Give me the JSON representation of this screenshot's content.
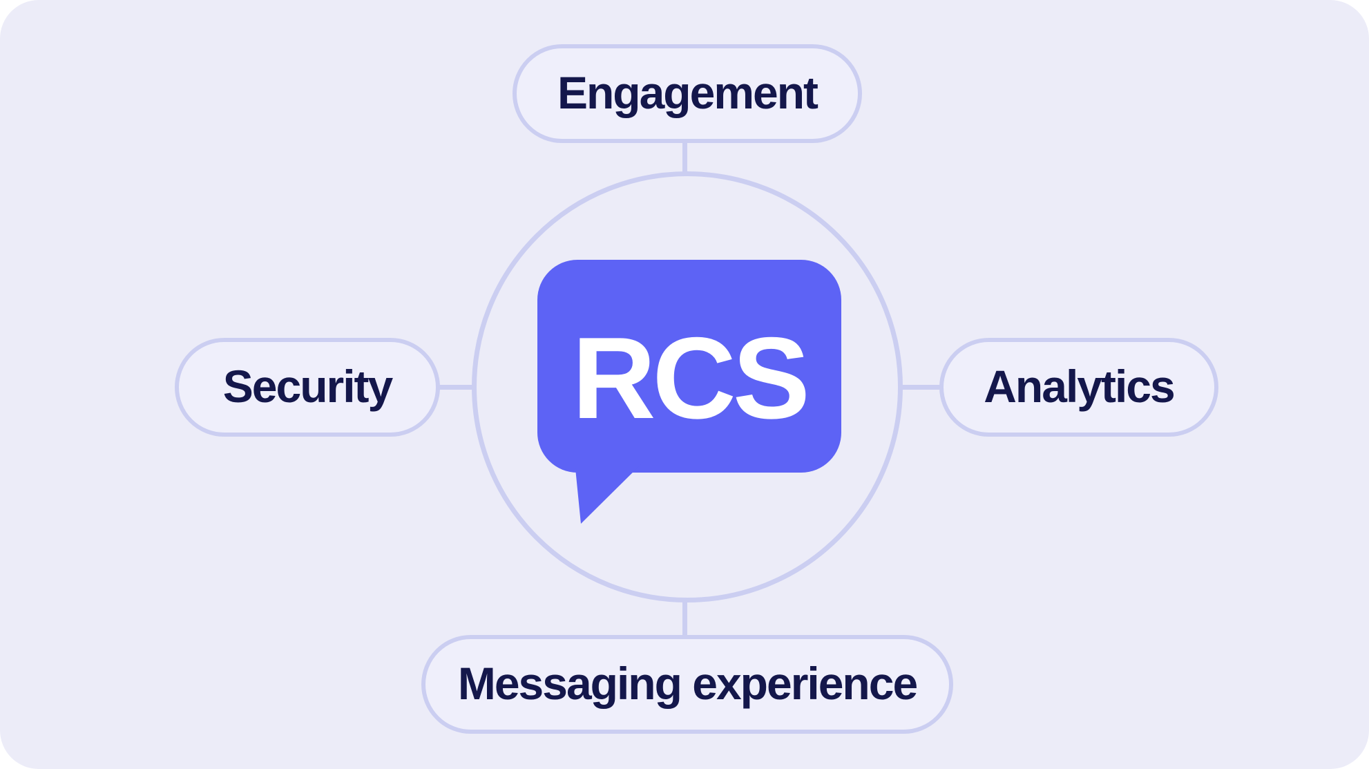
{
  "diagram": {
    "center_label": "RCS",
    "nodes": [
      {
        "id": "engagement",
        "label": "Engagement",
        "position": "top"
      },
      {
        "id": "security",
        "label": "Security",
        "position": "left"
      },
      {
        "id": "analytics",
        "label": "Analytics",
        "position": "right"
      },
      {
        "id": "messaging-experience",
        "label": "Messaging experience",
        "position": "bottom"
      }
    ],
    "colors": {
      "frame": "#ffffff",
      "background": "#ececf8",
      "node_fill": "#efeffb",
      "stroke": "#cbcef1",
      "bubble": "#5d63f5",
      "label_text": "#14174b",
      "bubble_text": "#ffffff"
    }
  }
}
